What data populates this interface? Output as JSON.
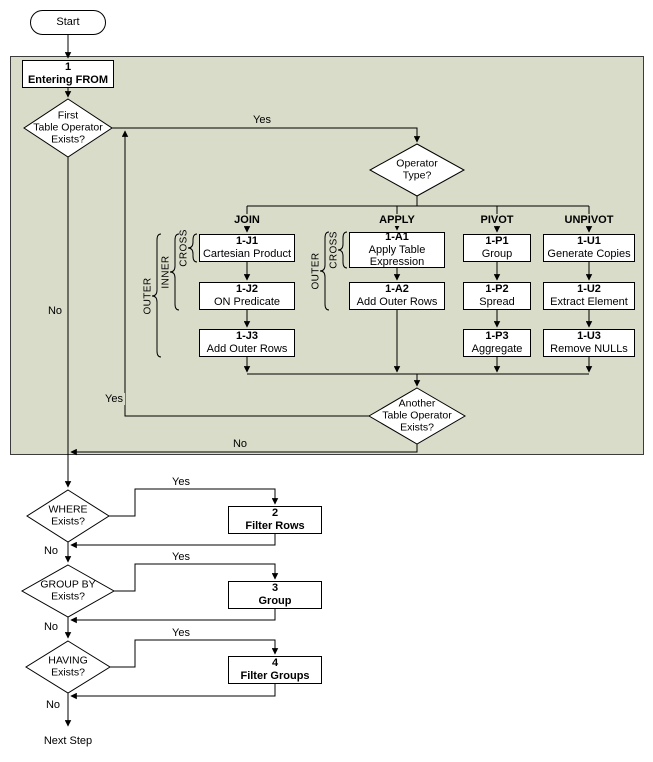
{
  "start": {
    "label": "Start"
  },
  "entering_from": {
    "num": "1",
    "label": "Entering FROM"
  },
  "decisions": {
    "first_operator": {
      "label": "First\nTable Operator\nExists?"
    },
    "operator_type": {
      "label": "Operator\nType?"
    },
    "another_operator": {
      "label": "Another\nTable Operator\nExists?"
    },
    "where": {
      "label": "WHERE\nExists?"
    },
    "group_by": {
      "label": "GROUP BY\nExists?"
    },
    "having": {
      "label": "HAVING\nExists?"
    }
  },
  "edges": {
    "first_yes": "Yes",
    "first_no": "No",
    "another_yes": "Yes",
    "another_no": "No",
    "where_yes": "Yes",
    "where_no": "No",
    "group_by_yes": "Yes",
    "group_by_no": "No",
    "having_yes": "Yes",
    "having_no": "No"
  },
  "columns": {
    "join": {
      "header": "JOIN",
      "steps": [
        {
          "code": "1-J1",
          "label": "Cartesian Product"
        },
        {
          "code": "1-J2",
          "label": "ON Predicate"
        },
        {
          "code": "1-J3",
          "label": "Add Outer Rows"
        }
      ],
      "braces": {
        "cross": "CROSS",
        "inner": "INNER",
        "outer": "OUTER"
      }
    },
    "apply": {
      "header": "APPLY",
      "steps": [
        {
          "code": "1-A1",
          "label": "Apply Table Expression"
        },
        {
          "code": "1-A2",
          "label": "Add Outer Rows"
        }
      ],
      "braces": {
        "cross": "CROSS",
        "outer": "OUTER"
      }
    },
    "pivot": {
      "header": "PIVOT",
      "steps": [
        {
          "code": "1-P1",
          "label": "Group"
        },
        {
          "code": "1-P2",
          "label": "Spread"
        },
        {
          "code": "1-P3",
          "label": "Aggregate"
        }
      ]
    },
    "unpivot": {
      "header": "UNPIVOT",
      "steps": [
        {
          "code": "1-U1",
          "label": "Generate Copies"
        },
        {
          "code": "1-U2",
          "label": "Extract Element"
        },
        {
          "code": "1-U3",
          "label": "Remove NULLs"
        }
      ]
    }
  },
  "main_steps": {
    "filter_rows": {
      "num": "2",
      "label": "Filter Rows"
    },
    "group": {
      "num": "3",
      "label": "Group"
    },
    "filter_groups": {
      "num": "4",
      "label": "Filter Groups"
    }
  },
  "next_step": {
    "label": "Next Step"
  },
  "colors": {
    "region_bg": "#d8dcc8",
    "node_bg": "#ffffff",
    "line": "#000000"
  }
}
